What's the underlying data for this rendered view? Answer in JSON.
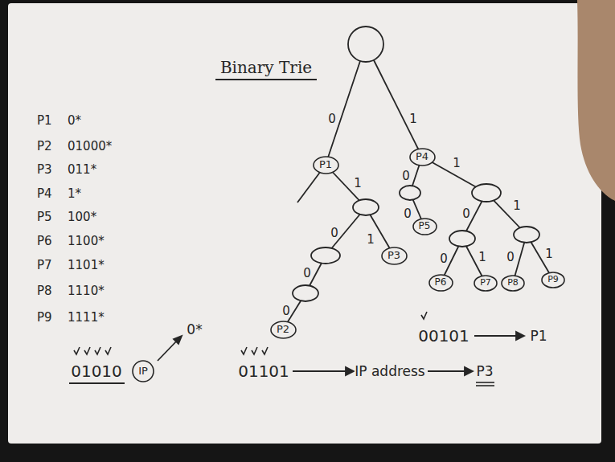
{
  "diagram": {
    "title": "Binary Trie",
    "nodes": [
      {
        "text": [
          "P4"
        ]
      },
      {
        "text": [
          "P1"
        ]
      },
      {
        "text": [
          "P5"
        ]
      },
      {
        "text": [
          "P3"
        ]
      },
      {
        "text": [
          "P9"
        ]
      },
      {
        "text": [
          "P7"
        ]
      },
      {
        "text": [
          "P6"
        ]
      },
      {
        "text": [
          "P8"
        ]
      },
      {
        "text": [
          "P2"
        ]
      },
      {
        "text": [
          "IP"
        ]
      }
    ],
    "labels": [
      "P1",
      "0*",
      "P2",
      "01000*",
      "P3",
      "011*",
      "P4",
      "1*",
      "P5",
      "100*",
      "P6",
      "1100*",
      "P7",
      "1101*",
      "P8",
      "1110*",
      "P9",
      "1111*",
      "0",
      "1",
      "1",
      "0",
      "0",
      "0",
      "1",
      "0",
      "0",
      "1",
      "0",
      "1",
      "0",
      "1",
      "0",
      "1",
      "01010",
      "0*",
      "01101",
      "IP address",
      "P3",
      "00101",
      "P1"
    ]
  }
}
